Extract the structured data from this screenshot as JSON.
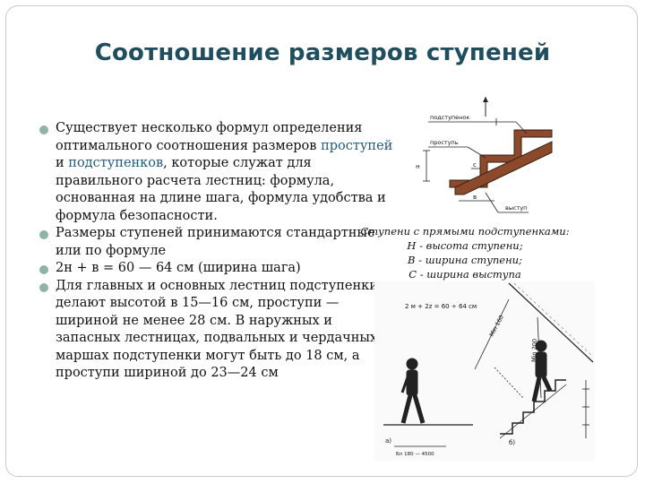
{
  "title": "Соотношение размеров ступеней",
  "bullets": [
    {
      "before": "Существует несколько формул определения оптимального соотношения размеров ",
      "link1": "проступей",
      "and": " и ",
      "link2": "подступенков",
      "after": ", которые служат для правильного расчета лестниц: формула, основанная на длине шага, формула удобства и формула безопасности."
    },
    {
      "text": "Размеры ступеней принимаются стандартные или по формуле"
    },
    {
      "text": "2н + в = 60 — 64 см (ширина шага)"
    },
    {
      "text": "Для главных и основных лестниц подступенки делают высотой в 15—16 см, проступи — шириной не менее 28 см. В наружных и запасных лестницах, подвальных и чердачных маршах подступенки могут быть до 18 см, а проступи шириной до 23—24 см"
    }
  ],
  "caption": {
    "line1": "Ступени с прямыми подступенками:",
    "line2": "Н - высота ступени;",
    "line3": "В - ширина ступени;",
    "line4": "С - ширина выступа"
  },
  "diagram1": {
    "label_top": "подступенок",
    "label_mid": "проступь",
    "label_bottom": "выступ",
    "dim_h": "н",
    "dim_c": "с",
    "dim_b": "в"
  },
  "diagram2": {
    "formula": "2 м + 2z = 60 ÷ 64 см",
    "dim1": "Min 160",
    "dim2": "Min 200",
    "label_a": "а)",
    "label_b": "б)",
    "footer": "Бп 180 — 4500"
  },
  "colors": {
    "title": "#1f4e5f",
    "bullet": "#8fb3a4",
    "stair_fill": "#8b4a2b",
    "link": "#1f5a7a"
  }
}
